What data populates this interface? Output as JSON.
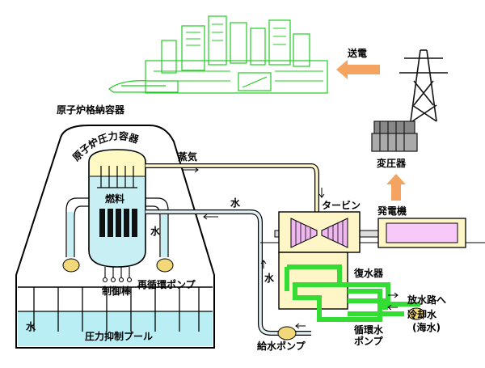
{
  "labels": {
    "containment_vessel": "原子炉格納容器",
    "pressure_vessel": "原子炉圧力容器",
    "steam": "蒸気",
    "water_top": "水",
    "water_right": "水",
    "water_down": "水",
    "water_pool": "水",
    "fuel": "燃料",
    "control_rods": "制御棒",
    "recirc_pump": "再循環ポンプ",
    "suppression_pool": "圧力抑制プール",
    "turbine": "タービン",
    "generator": "発電機",
    "transformer": "変圧器",
    "transmission": "送電",
    "condenser": "復水器",
    "discharge": "放水路へ",
    "cooling_water": "冷却水",
    "sea_water": "(海水)",
    "circ_pump_1": "循環水",
    "circ_pump_2": "ポンプ",
    "feed_pump": "給水ポンプ"
  },
  "colors": {
    "city_outline": "#22cc22",
    "steam_dome": "#fff9c4",
    "reactor_water": "#c8f0f4",
    "pool_water": "#b8eef4",
    "condenser_green": "#33dd33",
    "turbine_pink": "#f0b8f0",
    "generator_pink": "#f8c8f8",
    "pipe_fill": "#dfeff4",
    "casing_yellow": "#fff6c8",
    "arrow_orange": "#f4a460",
    "pump_yellow": "#f2d878"
  },
  "icons": [
    "transmission-tower-icon",
    "transformer-icon",
    "city-skyline-icon",
    "bullet-train-icon"
  ]
}
